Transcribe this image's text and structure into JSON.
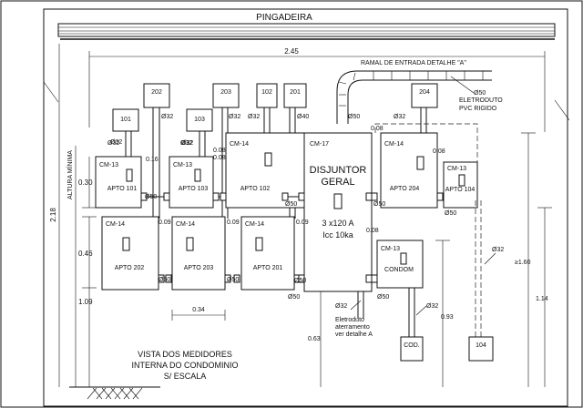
{
  "header": {
    "title": "PINGADEIRA"
  },
  "dimensions": {
    "width_total": "2.45",
    "height_total": "2.18",
    "height_min_label": "ALTURA MÍNIMA",
    "row1_height": "0.30",
    "row2_height": "0.46",
    "bottom_offset": "1.09",
    "box_width": "0.34",
    "main_bottom": "0.63",
    "right_093": "0.93",
    "right_114": "1.14",
    "right_160": "≥1.60",
    "gap_016": "0.16",
    "gap_009a": "0.09",
    "gap_009b": "0.09",
    "gap_009c": "0.09",
    "gap_008a": "0.08",
    "gap_008b": "0.08",
    "gap_008c": "0.08",
    "gap_008d": "0.08"
  },
  "entry": {
    "label": "RAMAL DE ENTRADA  DETALHE \"A\"",
    "conduit_size": "Ø50",
    "conduit_label_1": "ELETRODUTO",
    "conduit_label_2": "PVC RIGIDO"
  },
  "top_boxes": [
    {
      "id": "101",
      "pipe": "Ø32"
    },
    {
      "id": "202",
      "pipe": "Ø32"
    },
    {
      "id": "103",
      "pipe": "Ø32"
    },
    {
      "id": "203",
      "pipe": "Ø32"
    },
    {
      "id": "102",
      "pipe": "Ø32"
    },
    {
      "id": "201",
      "pipe": "Ø40"
    },
    {
      "id": "204",
      "pipe": "Ø32"
    }
  ],
  "meters": [
    {
      "code": "CM-13",
      "name": "APTO 101",
      "pipe_in": "Ø32",
      "pipe_link": "Ø50"
    },
    {
      "code": "CM-13",
      "name": "APTO 103",
      "pipe_in": "Ø32"
    },
    {
      "code": "CM-14",
      "name": "APTO 102",
      "pipe_link": "Ø50"
    },
    {
      "code": "CM-14",
      "name": "APTO 202",
      "pipe_link": "Ø50"
    },
    {
      "code": "CM-14",
      "name": "APTO 203",
      "pipe_link": "Ø50"
    },
    {
      "code": "CM-14",
      "name": "APTO 201",
      "pipe_link": "Ø50"
    },
    {
      "code": "CM-14",
      "name": "APTO 204",
      "pipe_link": "Ø50"
    },
    {
      "code": "CM-13",
      "name": "APTO 104",
      "pipe_link": "Ø50"
    },
    {
      "code": "CM-13",
      "name": "CONDOM",
      "pipe_link": "Ø50"
    }
  ],
  "main_breaker": {
    "code": "CM-17",
    "title_1": "DISJUNTOR",
    "title_2": "GERAL",
    "rating": "3 x120 A",
    "icc": "Icc 10ka",
    "pipe_top": "Ø50",
    "pipe_bottom": "Ø50"
  },
  "ground": {
    "pipe": "Ø32",
    "label_1": "Eletroduto",
    "label_2": "aterramento",
    "label_3": "ver detalhe A"
  },
  "bottom_boxes": [
    {
      "id": "COD.",
      "pipe": "Ø32"
    },
    {
      "id": "104",
      "pipe": "Ø32"
    }
  ],
  "caption": {
    "line1": "VISTA DOS MEDIDORES",
    "line2": "INTERNA DO CONDOMINIO",
    "line3": "S/ ESCALA"
  }
}
